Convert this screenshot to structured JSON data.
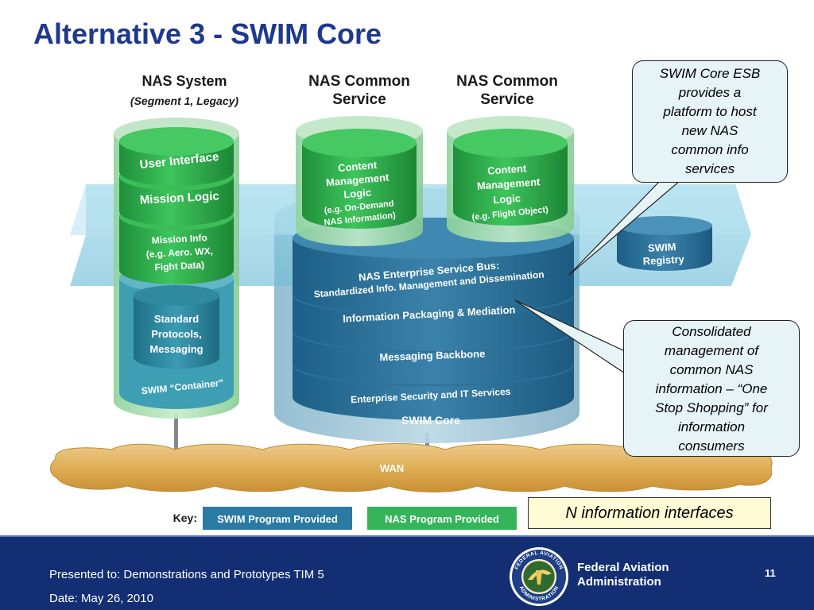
{
  "slide": {
    "title": "Alternative 3 - SWIM Core"
  },
  "diagram": {
    "nas_system": {
      "title": "NAS System",
      "subtitle": "(Segment 1, Legacy)",
      "layers": [
        "User Interface",
        "Mission Logic"
      ],
      "mission_info": [
        "Mission Info",
        "(e.g. Aero. WX,",
        "Fight Data)"
      ],
      "standard": [
        "Standard",
        "Protocols,",
        "Messaging"
      ],
      "container_label": "SWIM “Container”"
    },
    "nas_common_service_1": {
      "title_line1": "NAS Common",
      "title_line2": "Service",
      "lines": [
        "Content",
        "Management",
        "Logic",
        "(e.g. On-Demand",
        "NAS Information)"
      ]
    },
    "nas_common_service_2": {
      "title_line1": "NAS Common",
      "title_line2": "Service",
      "lines": [
        "Content",
        "Management",
        "Logic",
        "(e.g. Flight Object)"
      ]
    },
    "swim_core": {
      "esb_line1": "NAS Enterprise Service Bus:",
      "esb_line2": "Standardized Info. Management and Dissemination",
      "layers": [
        "Information Packaging & Mediation",
        "Messaging Backbone",
        "Enterprise Security and IT Services"
      ],
      "label": "SWIM Core"
    },
    "registry": [
      "SWIM",
      "Registry"
    ],
    "wan": "WAN",
    "key": {
      "label": "Key:",
      "swim": "SWIM Program Provided",
      "nas": "NAS Program Provided"
    },
    "colors": {
      "green": "#2fb24a",
      "blue": "#3a7fa8",
      "dark_blue": "#2a6a92",
      "wan": "#e1b35e",
      "plane": "#8ed0e6"
    }
  },
  "callouts": {
    "esb": [
      "SWIM Core ESB",
      "provides a",
      "platform to host",
      "new NAS",
      "common info",
      "services"
    ],
    "consolidated": [
      "Consolidated",
      "management of",
      "common NAS",
      "information – “One",
      "Stop Shopping” for",
      "information",
      "consumers"
    ],
    "n_interfaces": "N information interfaces"
  },
  "footer": {
    "presented_to": "Presented to: Demonstrations and Prototypes TIM 5",
    "date": "Date: May 26, 2010",
    "agency_line1": "Federal Aviation",
    "agency_line2": "Administration",
    "seal_top": "FEDERAL AVIATION",
    "seal_bottom": "ADMINISTRATION",
    "page_number": "11"
  }
}
